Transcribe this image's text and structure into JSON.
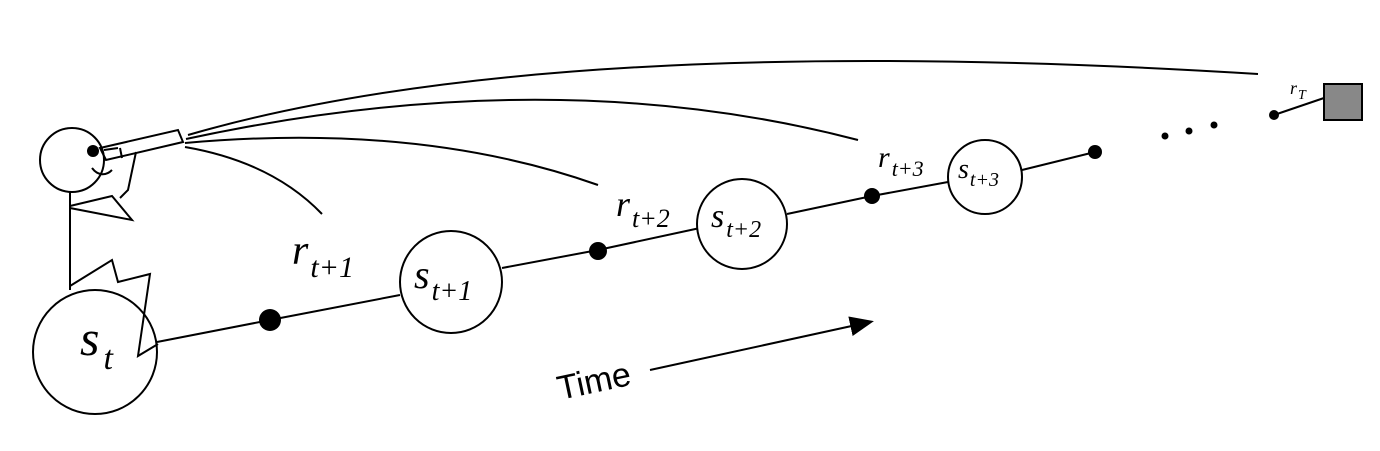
{
  "diagram": {
    "states": [
      {
        "symbol": "s",
        "subscript": "t"
      },
      {
        "symbol": "s",
        "subscript": "t+1"
      },
      {
        "symbol": "s",
        "subscript": "t+2"
      },
      {
        "symbol": "s",
        "subscript": "t+3"
      }
    ],
    "rewards": [
      {
        "symbol": "r",
        "subscript": "t+1"
      },
      {
        "symbol": "r",
        "subscript": "t+2"
      },
      {
        "symbol": "r",
        "subscript": "t+3"
      },
      {
        "symbol": "r",
        "subscript": "T"
      }
    ],
    "ellipsis": "· · ·",
    "time_label": "Time",
    "colors": {
      "line": "#000000",
      "terminal_fill": "#888888",
      "background": "#ffffff"
    }
  }
}
